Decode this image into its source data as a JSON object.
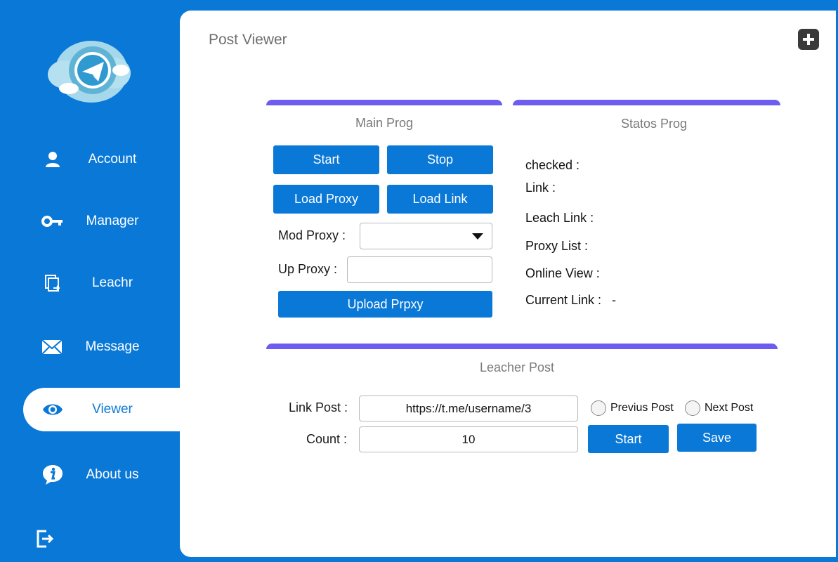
{
  "colors": {
    "brand": "#0a78d7",
    "accent": "#6d5cf2",
    "panel": "#ffffff"
  },
  "sidebar": {
    "logo": "telegram-cloud-logo",
    "items": [
      {
        "label": "Account",
        "icon": "user-icon"
      },
      {
        "label": "Manager",
        "icon": "key-icon"
      },
      {
        "label": "Leachr",
        "icon": "document-icon"
      },
      {
        "label": "Message",
        "icon": "mail-icon"
      },
      {
        "label": "Viewer",
        "icon": "eye-icon",
        "active": true
      },
      {
        "label": "About us",
        "icon": "info-icon"
      }
    ],
    "logout_icon": "logout-icon"
  },
  "header": {
    "title": "Post Viewer",
    "add_icon": "plus-icon"
  },
  "main_prog": {
    "title": "Main Prog",
    "start_label": "Start",
    "stop_label": "Stop",
    "load_proxy_label": "Load Proxy",
    "load_link_label": "Load Link",
    "mod_proxy_label": "Mod Proxy :",
    "mod_proxy_value": "",
    "up_proxy_label": "Up Proxy :",
    "up_proxy_value": "",
    "upload_label": "Upload Prpxy"
  },
  "status_prog": {
    "title": "Statos Prog",
    "checked": "checked :",
    "link": "Link :",
    "leach_link": "Leach Link :",
    "proxy_list": "Proxy List :",
    "online_view": "Online View :",
    "current_link": "Current Link :",
    "current_link_value": "-"
  },
  "leacher_post": {
    "title": "Leacher Post",
    "link_post_label": "Link Post :",
    "link_post_value": "https://t.me/username/3",
    "count_label": "Count :",
    "count_value": "10",
    "previous_label": "Previus Post",
    "next_label": "Next Post",
    "start_label": "Start",
    "save_label": "Save"
  }
}
